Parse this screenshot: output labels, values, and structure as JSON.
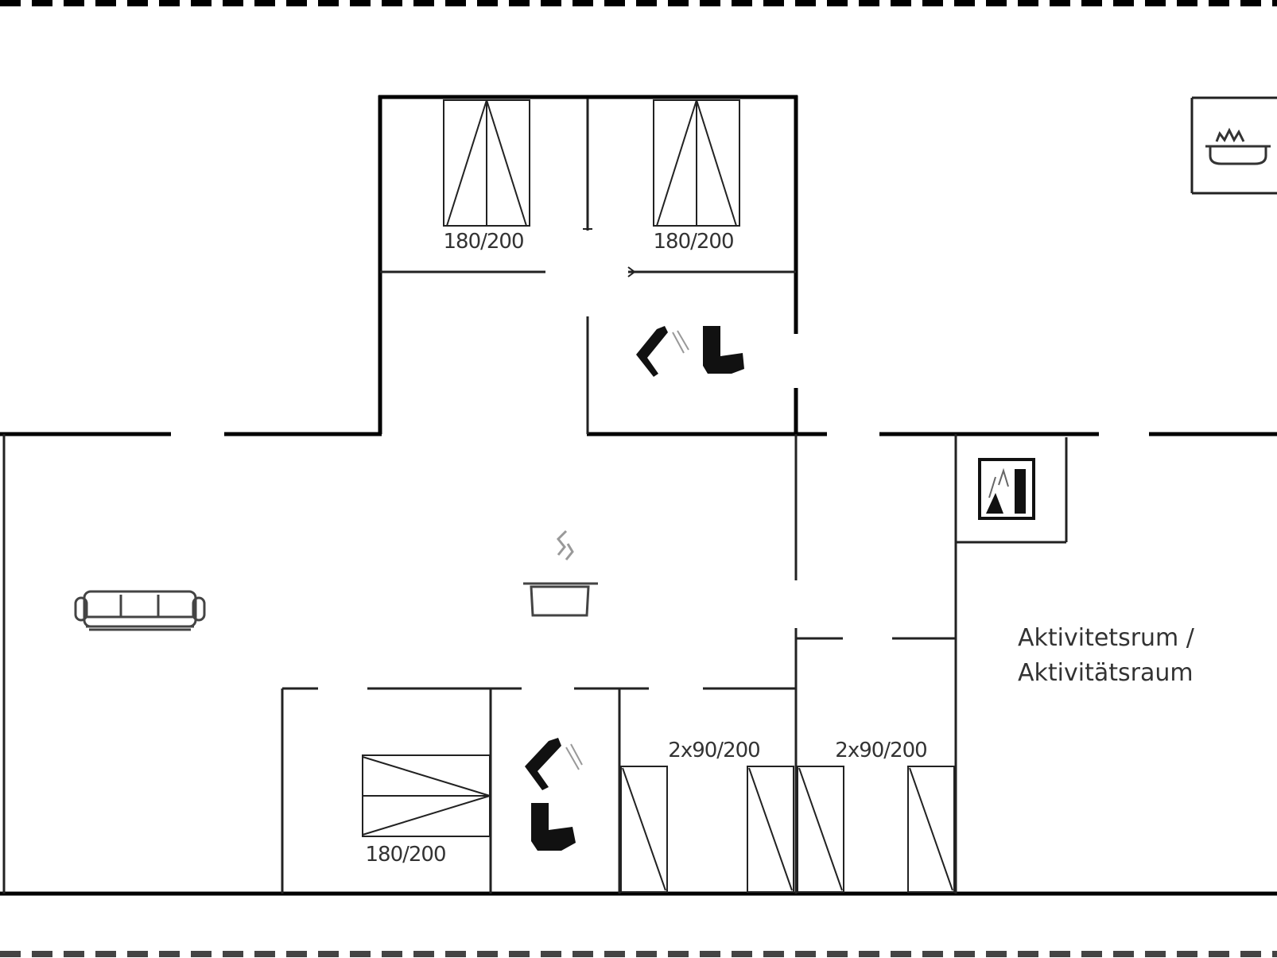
{
  "labels": {
    "bed_top_left": "180/200",
    "bed_top_right": "180/200",
    "bed_bottom_left": "180/200",
    "twin_bed_1": "2x90/200",
    "twin_bed_2": "2x90/200",
    "activity_room_line1": "Aktivitetsrum /",
    "activity_room_line2": "Aktivitätsraum"
  },
  "icons": [
    "sofa-icon",
    "stove-icon",
    "shower-icon",
    "toilet-icon",
    "sink-icon",
    "fireplace-icon",
    "bed-icon"
  ],
  "colors": {
    "wall": "#000000",
    "inner_wall": "#333333",
    "furniture": "#444444",
    "background": "#ffffff"
  }
}
